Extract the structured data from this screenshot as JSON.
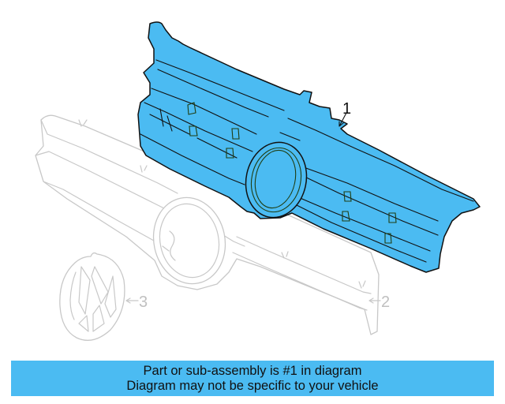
{
  "diagram": {
    "callouts": [
      {
        "number": "1",
        "label_text": "1",
        "highlighted": true
      },
      {
        "number": "2",
        "label_text": "2",
        "highlighted": false
      },
      {
        "number": "3",
        "label_text": "3",
        "highlighted": false
      }
    ],
    "colors": {
      "highlight_fill": "#4bbbf2",
      "ghost_stroke": "#c8c8c8",
      "outline": "#111111"
    }
  },
  "caption": {
    "line1": "Part or sub-assembly is #1 in diagram",
    "line2": "Diagram may not be specific to your vehicle"
  }
}
